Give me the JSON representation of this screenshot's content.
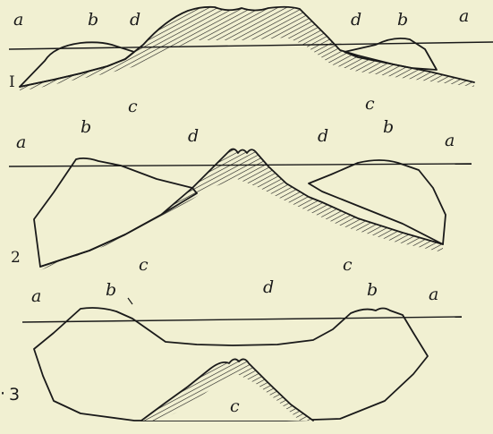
{
  "section_1": {
    "number": "I",
    "labels": {
      "a_left": "a",
      "b_left": "b",
      "d_left": "d",
      "d_right": "d",
      "b_right": "b",
      "a_right": "a",
      "c_left": "c",
      "c_right": "c"
    }
  },
  "section_2": {
    "number": "2",
    "labels": {
      "a_left": "a",
      "b_left": "b",
      "d_left": "d",
      "d_right": "d",
      "b_right": "b",
      "a_right": "a",
      "c_left": "c",
      "c_right": "c"
    }
  },
  "section_3": {
    "number": "3",
    "labels": {
      "a_left": "a",
      "b_left": "b",
      "d_center": "d",
      "b_right": "b",
      "a_right": "a",
      "c_center": "c"
    }
  }
}
